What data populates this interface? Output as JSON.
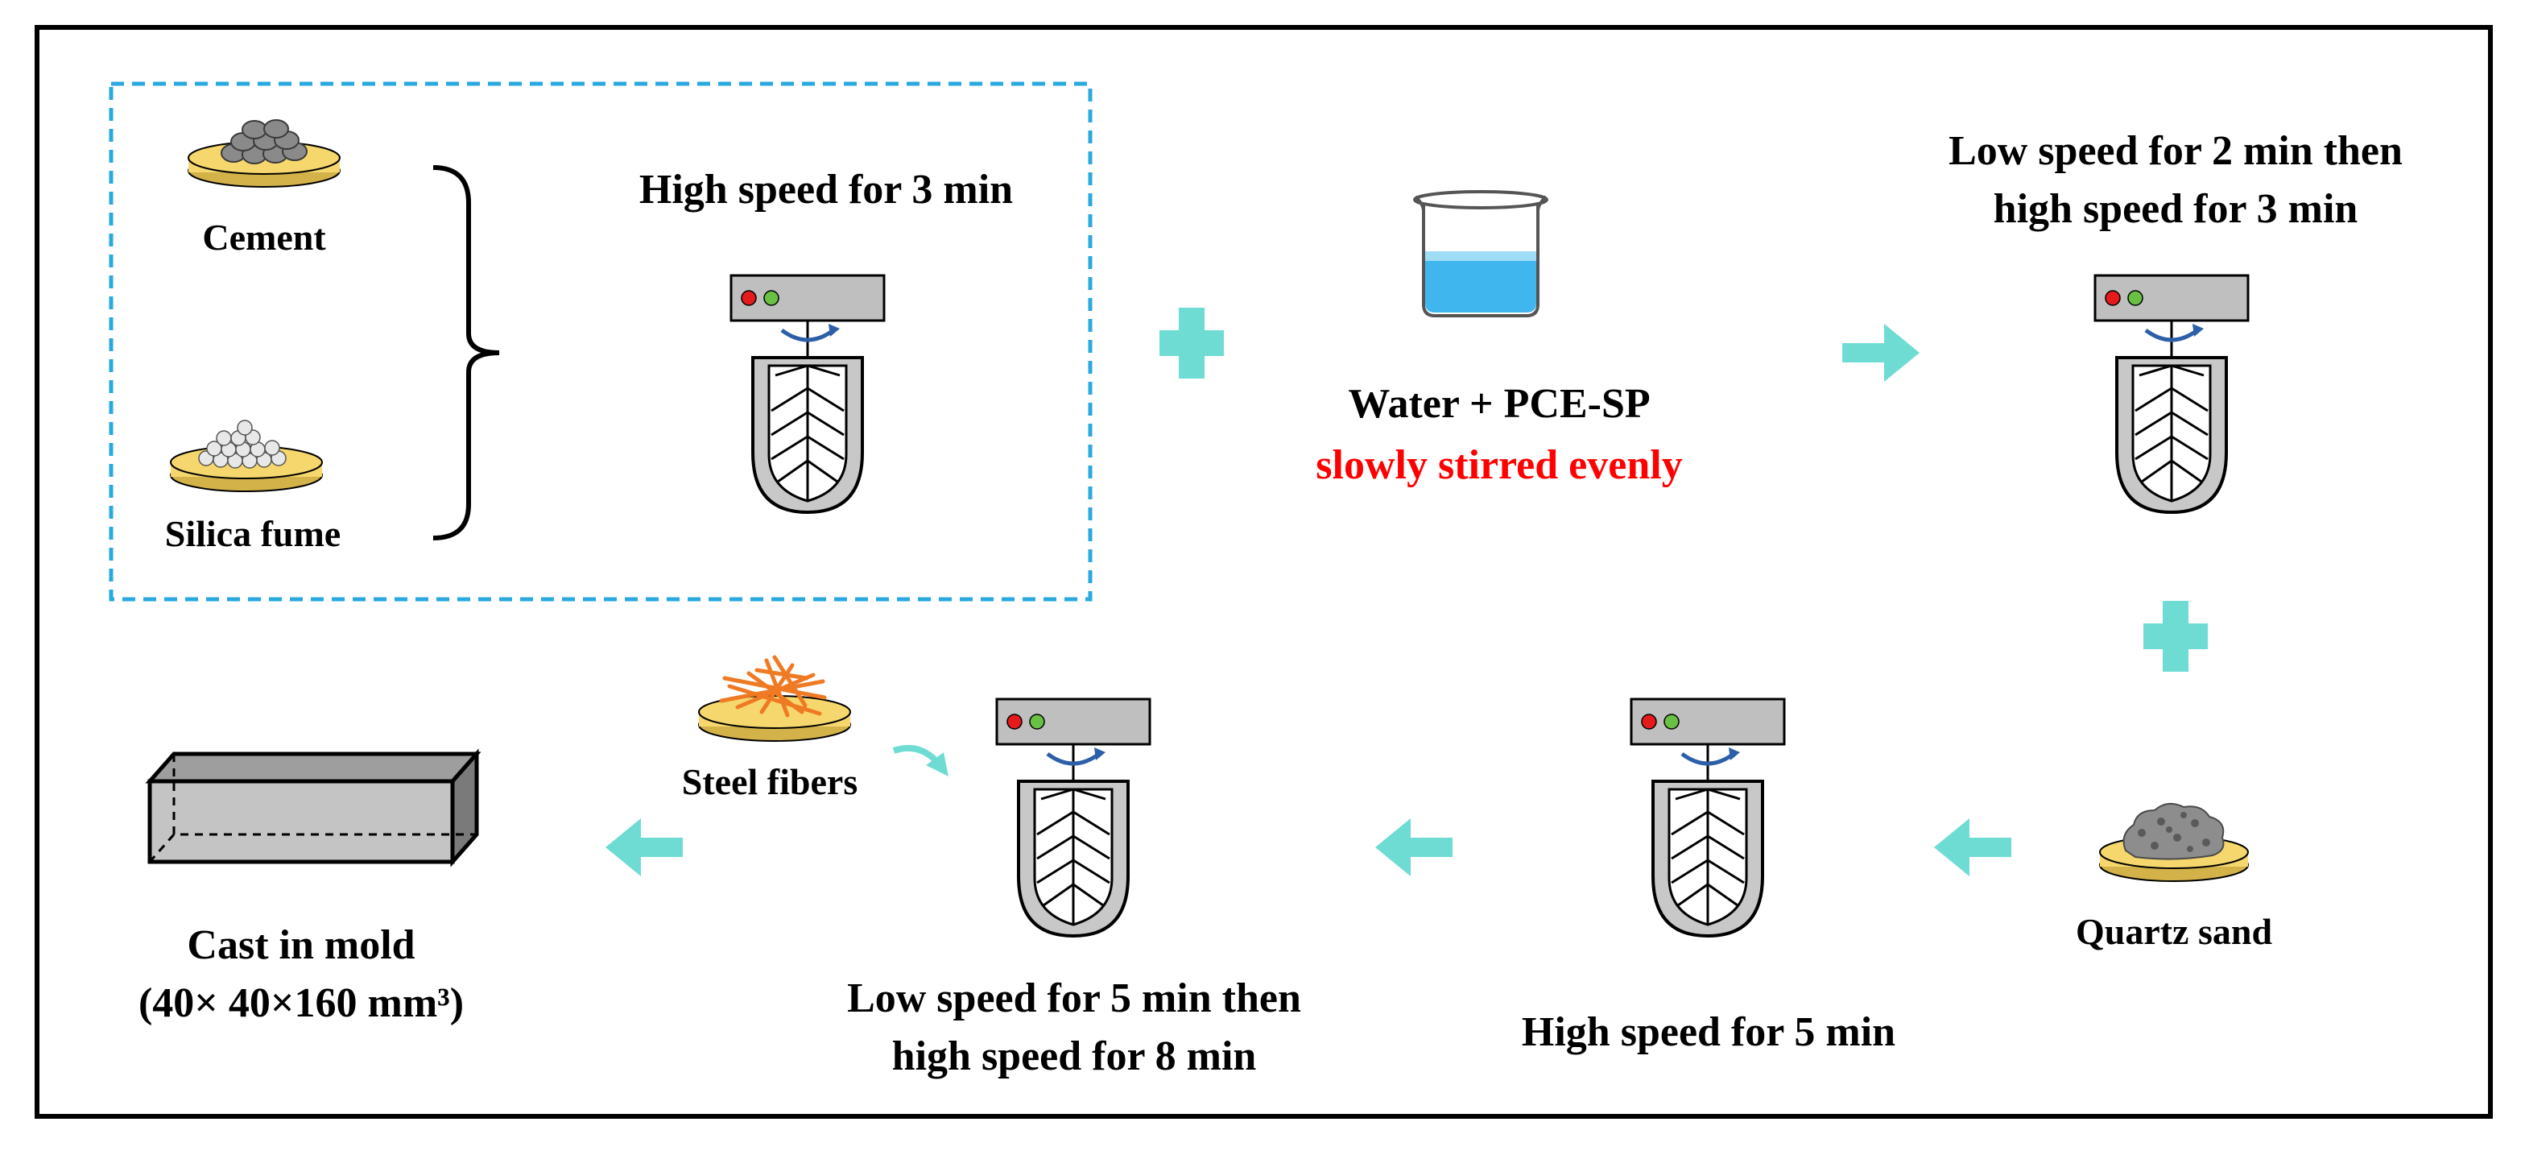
{
  "labels": {
    "cement": "Cement",
    "silica_fume": "Silica fume",
    "step1": "High speed for 3 min",
    "water": "Water + PCE-SP",
    "water_note": "slowly stirred evenly",
    "step2_line1": "Low speed for 2 min then",
    "step2_line2": "high speed for 3 min",
    "quartz_sand": "Quartz sand",
    "step3": "High speed for 5 min",
    "steel_fibers": "Steel fibers",
    "step4_line1": "Low speed for 5 min then",
    "step4_line2": "high speed for 8 min",
    "cast": "Cast in mold",
    "mold_size": "(40× 40×160 mm³)"
  },
  "colors": {
    "arrow": "#6fdcd3",
    "dashed_box": "#29a9e0",
    "dish": "#f5d76e",
    "note_red": "#ff0000",
    "mixer_gray": "#bfbfbf",
    "water": "#3fb6ee"
  },
  "icons": [
    "beaker-icon",
    "mixer-icon",
    "dish-icon",
    "mold-box-icon",
    "plus-icon",
    "arrow-icon",
    "brace-icon"
  ]
}
